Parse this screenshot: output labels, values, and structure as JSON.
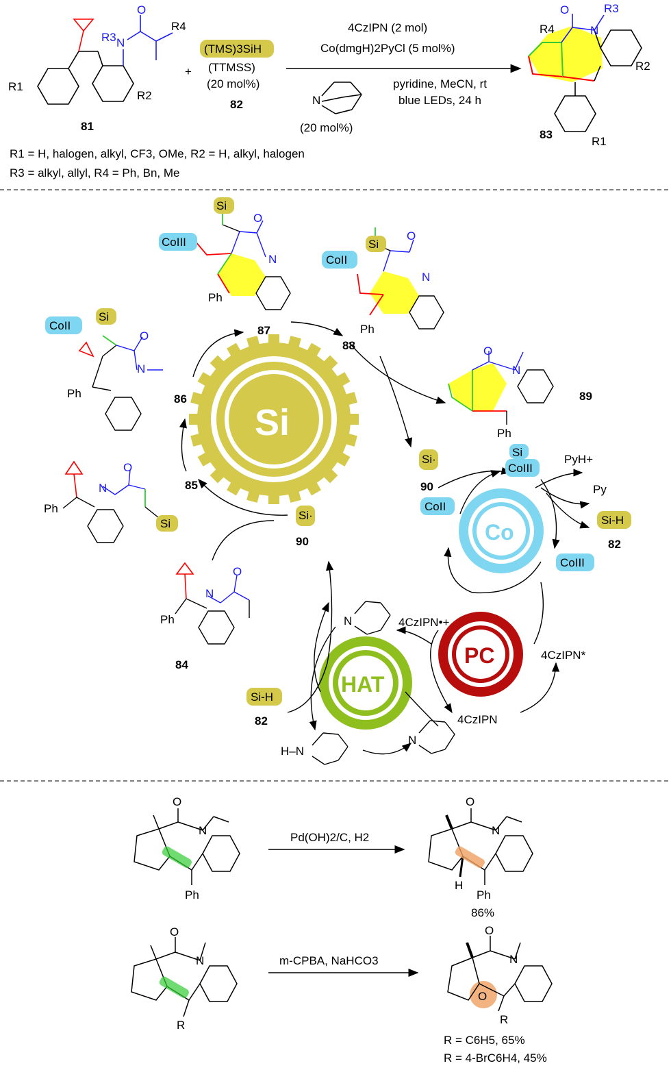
{
  "top": {
    "sm_label": "81",
    "silane_label": "(TMS)3SiH",
    "ttmss": "(TTMSS)",
    "silane_loading": "(20 mol%)",
    "silane_num": "82",
    "cond1": "4CzIPN (2 mol)",
    "cond2": "Co(dmgH)2PyCl (5 mol%)",
    "cond3": "pyridine, MeCN, rt",
    "cond4": "blue LEDs, 24 h",
    "quin_loading": "(20 mol%)",
    "prod_label": "83",
    "scope1": "R1 = H, halogen, alkyl, CF3, OMe, R2 = H, alkyl, halogen",
    "scope2": "R3 = alkyl, allyl, R4 = Ph, Bn, Me",
    "r1": "R1",
    "r2": "R2",
    "r3": "R3",
    "r4": "R4",
    "plus": "+"
  },
  "cycle": {
    "gear_si": "Si",
    "gear_co": "Co",
    "gear_pc": "PC",
    "gear_hat": "HAT",
    "l84": "84",
    "l85": "85",
    "l86": "86",
    "l87": "87",
    "l88": "88",
    "l89": "89",
    "l90a": "90",
    "l90b": "90",
    "l82a": "82",
    "l82b": "82",
    "si": "Si",
    "si_radical": "Si·",
    "sih": "Si-H",
    "co2": "CoII",
    "co3": "CoIII",
    "pyh": "PyH+",
    "py": "Py",
    "czipn": "4CzIPN",
    "czipn_star": "4CzIPN*",
    "czipn_rad": "4CzIPN•+",
    "ph": "Ph",
    "n": "N",
    "o": "O",
    "hn": "H–N"
  },
  "bottom": {
    "rxn1": "Pd(OH)2/C, H2",
    "yield1": "86%",
    "rxn2": "m-CPBA, NaHCO3",
    "yield2a": "R = C6H5, 65%",
    "yield2b": "R = 4-BrC6H4, 45%",
    "ph": "Ph",
    "h": "H",
    "r": "R",
    "o": "O",
    "n": "N"
  },
  "colors": {
    "si": "#d4c94a",
    "co": "#7fd6f0",
    "pc": "#b80d0d",
    "hat": "#8fbf1f",
    "yellow": "#ffff33",
    "blue": "#1a1aff",
    "red": "#ff0000",
    "green": "#33cc33",
    "orange": "#f0a060"
  }
}
